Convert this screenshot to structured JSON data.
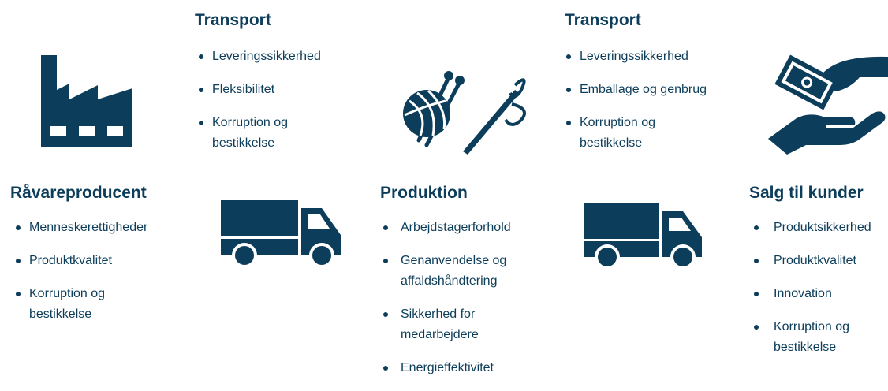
{
  "colors": {
    "primary": "#0c3d5a",
    "background": "#ffffff"
  },
  "icons": {
    "factory": "factory-icon",
    "truck": "truck-icon",
    "knitting": "yarn-and-needle-icon",
    "payment": "money-in-hand-icon"
  },
  "stages": {
    "raw": {
      "title": "Råvareproducent",
      "items": [
        "Menneskerettigheder",
        "Produktkvalitet",
        "Korruption og\nbestikkelse"
      ]
    },
    "transport1": {
      "title": "Transport",
      "items": [
        "Leveringssikkerhed",
        "Fleksibilitet",
        "Korruption og\nbestikkelse"
      ]
    },
    "production": {
      "title": "Produktion",
      "items": [
        "Arbejdstagerforhold",
        "Genanvendelse og\naffaldshåndtering",
        "Sikkerhed for\nmedarbejdere",
        "Energieffektivitet"
      ]
    },
    "transport2": {
      "title": "Transport",
      "items": [
        "Leveringssikkerhed",
        "Emballage og genbrug",
        "Korruption og\nbestikkelse"
      ]
    },
    "sales": {
      "title": "Salg til kunder",
      "items": [
        "Produktsikkerhed",
        "Produktkvalitet",
        "Innovation",
        "Korruption og\nbestikkelse"
      ]
    }
  }
}
